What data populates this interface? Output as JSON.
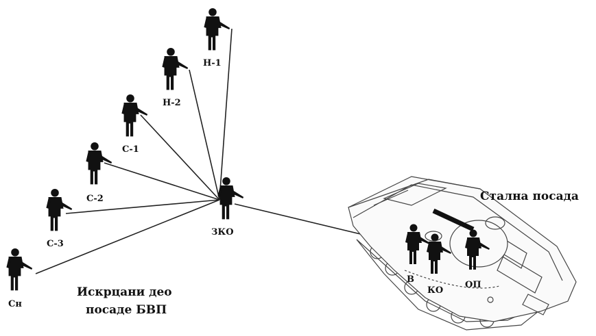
{
  "diagram": {
    "center": {
      "id": "zko",
      "label": "ЗКО"
    },
    "dismounted": [
      {
        "id": "n1",
        "label": "Н-1"
      },
      {
        "id": "n2",
        "label": "Н-2"
      },
      {
        "id": "s1",
        "label": "С-1"
      },
      {
        "id": "s2",
        "label": "С-2"
      },
      {
        "id": "s3",
        "label": "С-3"
      },
      {
        "id": "sn",
        "label": "Сн"
      }
    ],
    "crew": [
      {
        "id": "v",
        "label": "В"
      },
      {
        "id": "ko",
        "label": "КО"
      },
      {
        "id": "op",
        "label": "ОП"
      }
    ],
    "caption_dismounted": [
      "Искрцани део",
      "посаде БВП"
    ],
    "caption_crew": "Стална посада"
  }
}
